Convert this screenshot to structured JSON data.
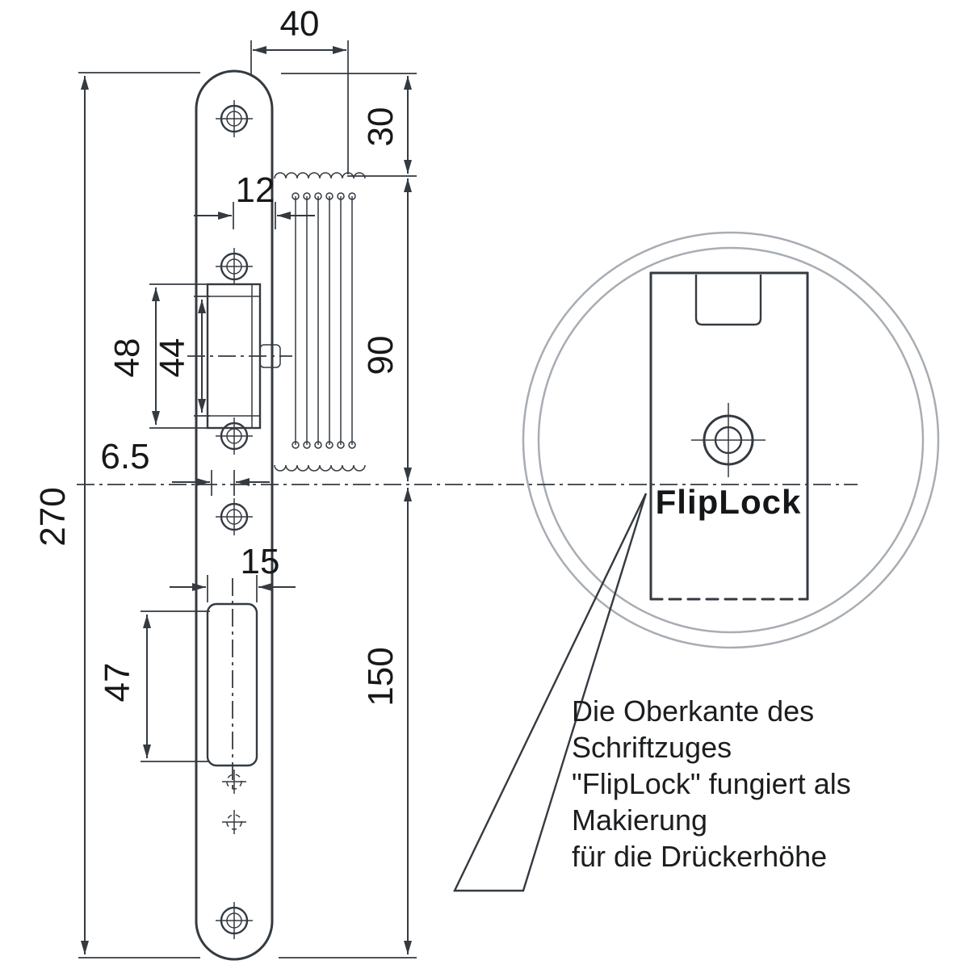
{
  "drawing_type": "technical-dimension-drawing",
  "dimensions": {
    "d40": "40",
    "d30": "30",
    "d12": "12",
    "d90": "90",
    "d48": "48",
    "d44": "44",
    "d6_5": "6.5",
    "d270": "270",
    "d15": "15",
    "d47": "47",
    "d150": "150"
  },
  "detail": {
    "brand_label": "FlipLock"
  },
  "annotation": {
    "lines": [
      "Die Oberkante des",
      "Schriftzuges",
      "\"FlipLock\" fungiert als",
      "Makierung",
      "für die Drückerhöhe"
    ]
  },
  "colors": {
    "line": "#343a40",
    "hatch_ring": "#b9bec4",
    "background": "#ffffff",
    "text": "#16181a"
  }
}
